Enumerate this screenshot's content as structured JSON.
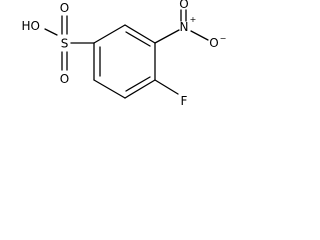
{
  "molecule": {
    "atoms": {
      "hydroxyl": "HO",
      "sulfur": "S",
      "sulfonyl_oxygen_top": "O",
      "sulfonyl_oxygen_bottom": "O",
      "nitrogen": "N",
      "nitro_oxygen_top": "O",
      "nitro_oxygen_right": "O",
      "fluorine": "F"
    },
    "charges": {
      "nitrogen": "+",
      "nitro_oxygen_right": "−"
    }
  }
}
